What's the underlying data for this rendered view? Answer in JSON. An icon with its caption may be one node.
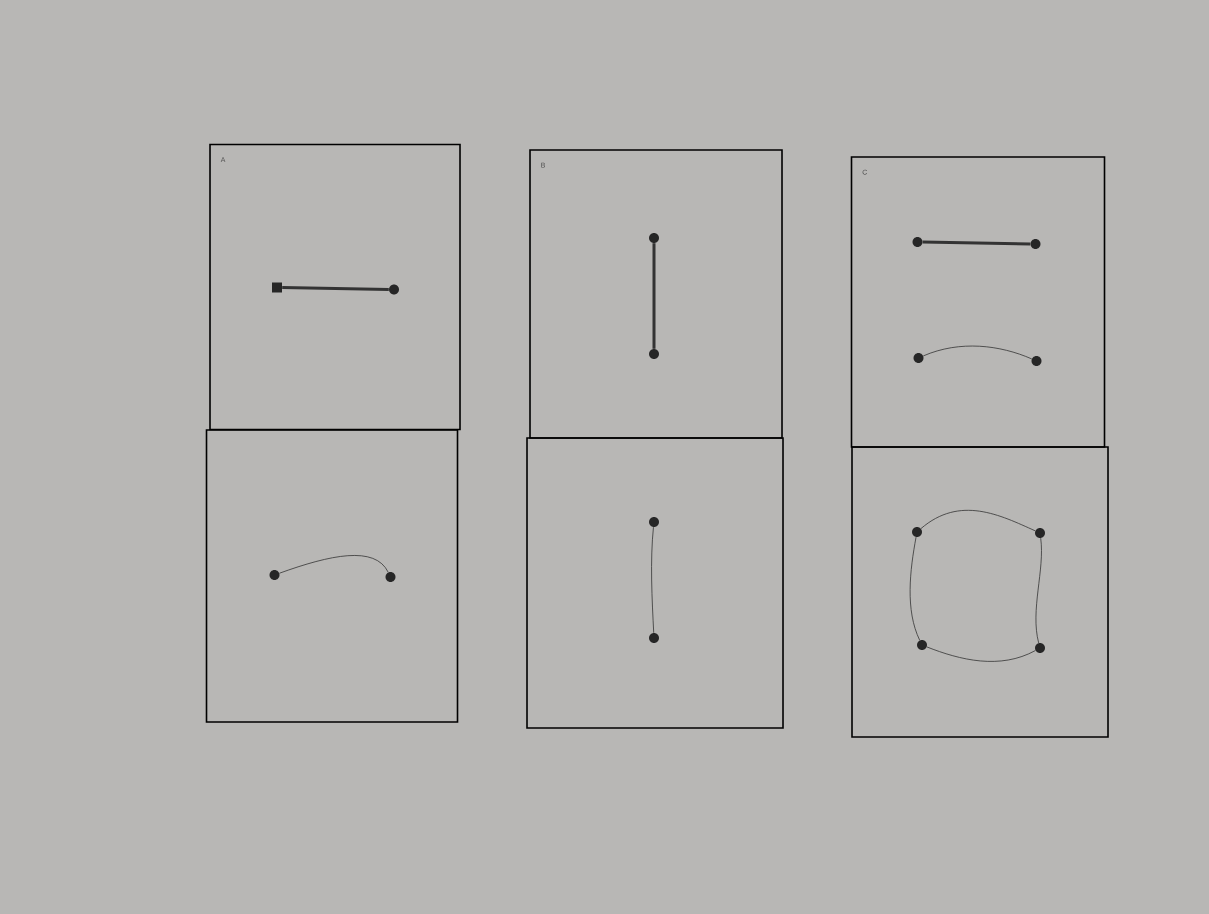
{
  "diagram": {
    "nodes": [
      {
        "text": [
          "A"
        ]
      },
      {
        "text": [],
        "shape": "box",
        "in": 0
      },
      {
        "text": [],
        "shape": "circle",
        "in": 0
      },
      {
        "text": [
          "B"
        ]
      },
      {
        "text": [],
        "shape": "circle",
        "in": 3
      },
      {
        "text": [],
        "shape": "circle",
        "in": 3
      },
      {
        "text": [
          "C"
        ]
      },
      {
        "text": [],
        "shape": "circle",
        "in": 6
      },
      {
        "text": [],
        "shape": "circle",
        "in": 6
      },
      {
        "text": [],
        "shape": "circle",
        "in": 6
      },
      {
        "text": [],
        "shape": "circle",
        "in": 6
      },
      {
        "text": [],
        "shape": "box"
      },
      {
        "text": [],
        "shape": "circle",
        "in": 11
      },
      {
        "text": [],
        "shape": "circle",
        "in": 11
      },
      {
        "text": [],
        "shape": "box"
      },
      {
        "text": [],
        "shape": "circle",
        "in": 14
      },
      {
        "text": [],
        "shape": "circle",
        "in": 14
      },
      {
        "text": [],
        "shape": "box"
      },
      {
        "text": [],
        "shape": "circle",
        "in": 17
      },
      {
        "text": [],
        "shape": "circle",
        "in": 17
      },
      {
        "text": [],
        "shape": "circle",
        "in": 17
      },
      {
        "text": [],
        "shape": "circle",
        "in": 17
      }
    ],
    "edges": [
      {
        "from": 1,
        "to": 2,
        "arrow": "none",
        "style": "thick"
      },
      {
        "from": 4,
        "to": 5,
        "arrow": "none",
        "style": "thick"
      },
      {
        "from": 7,
        "to": 8,
        "arrow": "none",
        "style": "thick"
      },
      {
        "from": 9,
        "to": 10,
        "arrow": "none"
      },
      {
        "from": 12,
        "to": 13,
        "arrow": "none"
      },
      {
        "from": 15,
        "to": 16,
        "arrow": "none"
      },
      {
        "from": 18,
        "to": 19,
        "arrow": "none"
      },
      {
        "from": 19,
        "to": 21,
        "arrow": "none"
      },
      {
        "from": 21,
        "to": 20,
        "arrow": "none"
      },
      {
        "from": 20,
        "to": 18,
        "arrow": "none"
      }
    ]
  }
}
